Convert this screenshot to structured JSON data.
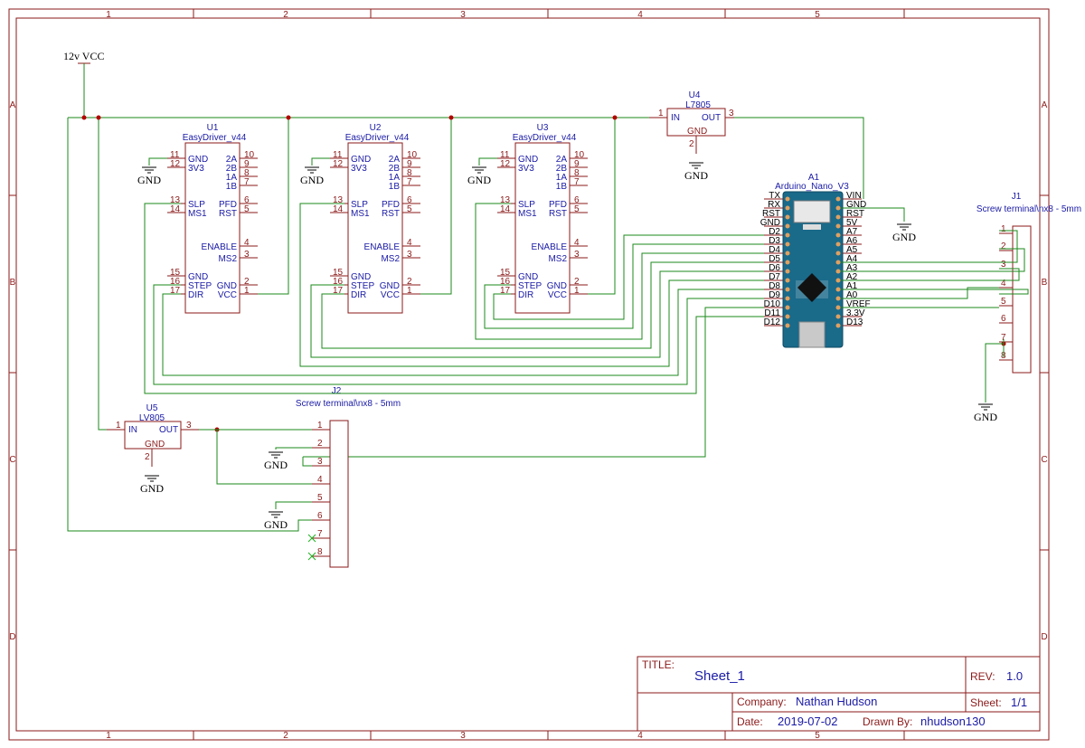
{
  "border": {
    "columns": [
      "1",
      "2",
      "3",
      "4",
      "5"
    ],
    "rows": [
      "A",
      "B",
      "C",
      "D"
    ]
  },
  "power": {
    "vcc_label": "12v VCC",
    "gnd_label": "GND"
  },
  "drivers": [
    {
      "ref": "U1",
      "value": "EasyDriver_v44"
    },
    {
      "ref": "U2",
      "value": "EasyDriver_v44"
    },
    {
      "ref": "U3",
      "value": "EasyDriver_v44"
    }
  ],
  "driver_pins_left": [
    {
      "num": "11",
      "name": "GND"
    },
    {
      "num": "12",
      "name": "3V3"
    },
    {
      "num": "13",
      "name": "SLP"
    },
    {
      "num": "14",
      "name": "MS1"
    },
    {
      "num": "15",
      "name": "GND"
    },
    {
      "num": "16",
      "name": "STEP"
    },
    {
      "num": "17",
      "name": "DIR"
    }
  ],
  "driver_pins_right": [
    {
      "num": "10",
      "name": "2A"
    },
    {
      "num": "9",
      "name": "2B"
    },
    {
      "num": "8",
      "name": "1A"
    },
    {
      "num": "7",
      "name": "1B"
    },
    {
      "num": "6",
      "name": "PFD"
    },
    {
      "num": "5",
      "name": "RST"
    },
    {
      "num": "4",
      "name": "ENABLE"
    },
    {
      "num": "3",
      "name": "MS2"
    },
    {
      "num": "2",
      "name": "GND"
    },
    {
      "num": "1",
      "name": "VCC"
    }
  ],
  "regulator_u4": {
    "ref": "U4",
    "value": "L7805",
    "in_num": "1",
    "in_name": "IN",
    "out_num": "3",
    "out_name": "OUT",
    "gnd_num": "2",
    "gnd_name": "GND"
  },
  "regulator_u5": {
    "ref": "U5",
    "value": "LV805",
    "in_num": "1",
    "in_name": "IN",
    "out_num": "3",
    "out_name": "OUT",
    "gnd_num": "2",
    "gnd_name": "GND"
  },
  "arduino": {
    "ref": "A1",
    "value": "Arduino_Nano_V3",
    "left_pins": [
      "TX",
      "RX",
      "RST",
      "GND",
      "D2",
      "D3",
      "D4",
      "D5",
      "D6",
      "D7",
      "D8",
      "D9",
      "D10",
      "D11",
      "D12"
    ],
    "right_pins": [
      "VIN",
      "GND",
      "RST",
      "5V",
      "A7",
      "A6",
      "A5",
      "A4",
      "A3",
      "A2",
      "A1",
      "A0",
      "VREF",
      "3.3V",
      "D13"
    ]
  },
  "j1": {
    "ref": "J1",
    "value": "Screw terminal\\nx8 - 5mm",
    "pins": [
      "1",
      "2",
      "3",
      "4",
      "5",
      "6",
      "7",
      "8"
    ]
  },
  "j2": {
    "ref": "J2",
    "value": "Screw terminal\\nx8 - 5mm",
    "pins": [
      "1",
      "2",
      "3",
      "4",
      "5",
      "6",
      "7",
      "8"
    ]
  },
  "title_block": {
    "title_label": "TITLE:",
    "title": "Sheet_1",
    "rev_label": "REV:",
    "rev": "1.0",
    "company_label": "Company:",
    "company": "Nathan Hudson",
    "sheet_label": "Sheet:",
    "sheet": "1/1",
    "date_label": "Date:",
    "date": "2019-07-02",
    "drawn_label": "Drawn By:",
    "drawn_by": "nhudson130"
  },
  "colors": {
    "frame": "#8b1a1a",
    "wire": "#1b8a1b",
    "text": "#1a1aa6",
    "junction": "#b30000",
    "board": "#1a6a8a"
  }
}
